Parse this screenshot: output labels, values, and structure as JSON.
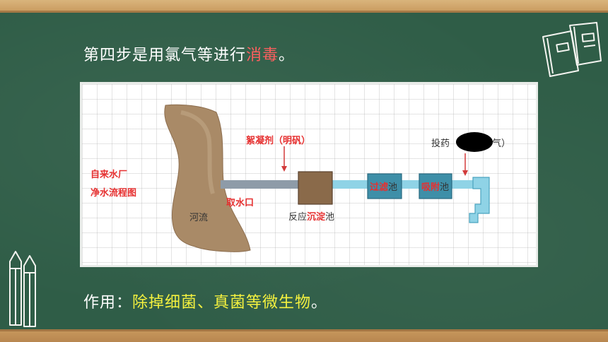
{
  "slide": {
    "line1_prefix": "第四步是用氯气等进行",
    "line1_highlight": "消毒",
    "line1_suffix": "。",
    "line2_prefix": "作用：",
    "line2_highlight": "除掉细菌、真菌等微生物",
    "line2_suffix": "。"
  },
  "diagram": {
    "title_line1": "自来水厂",
    "title_line2": "净水流程图",
    "river": "河流",
    "intake": "取水口",
    "coagulant": "絮凝剂（明矾）",
    "reaction_tank_prefix": "反应",
    "reaction_tank_highlight": "沉淀",
    "reaction_tank_suffix": "池",
    "filter_tank_highlight": "过滤",
    "filter_tank_suffix": "池",
    "adsorption_tank_highlight": "吸附",
    "adsorption_tank_suffix": "池",
    "chlorine_prefix": "投药",
    "chlorine_suffix": "气）"
  },
  "colors": {
    "board": "#2f5d47",
    "frame": "#d2a56b",
    "highlight_red": "#ff5f5f",
    "highlight_yellow": "#f4f13f",
    "diagram_red": "#e63030",
    "pipe": "#8fa0b0",
    "water": "#8fd3e6",
    "sediment_tank": "#8a6a4a"
  },
  "icons": [
    "notebook-icon",
    "pencil-icon"
  ]
}
